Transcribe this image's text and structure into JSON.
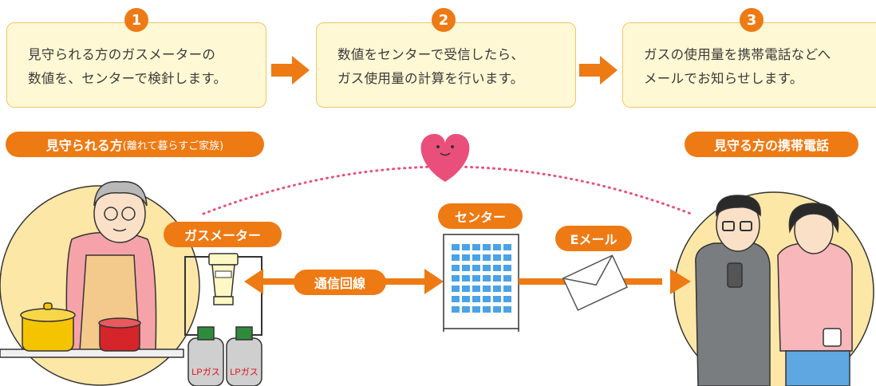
{
  "steps": [
    {
      "num": "1",
      "line1": "見守られる方のガスメーターの",
      "line2": "数値を、センターで検針します。"
    },
    {
      "num": "2",
      "line1": "数値をセンターで受信したら、",
      "line2": "ガス使用量の計算を行います。"
    },
    {
      "num": "3",
      "line1": "ガスの使用量を携帯電話などへ",
      "line2": "メールでお知らせします。"
    }
  ],
  "labels": {
    "watched_main": "見守られる方",
    "watched_sub": "(離れて暮らすご家族)",
    "watcher": "見守る方の携帯電話",
    "gas_meter": "ガスメーター",
    "center": "センター",
    "email": "Eメール",
    "line": "通信回線",
    "lp_gas": "LPガス"
  },
  "colors": {
    "accent": "#ee7a14",
    "box_fill": "#fff8d4",
    "box_border": "#f0c56a",
    "heart": "#ea4f7b",
    "circle_bg": "#fde7a6",
    "building": "#4aa3e6"
  }
}
